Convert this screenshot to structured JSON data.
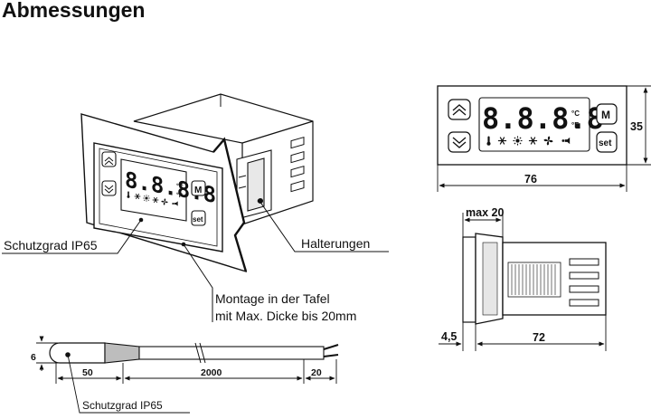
{
  "title": "Abmessungen",
  "labels": {
    "protection_front": "Schutzgrad IP65",
    "brackets": "Halterungen",
    "mounting_line1": "Montage in der Tafel",
    "mounting_line2": "mit Max. Dicke bis 20mm",
    "protection_probe": "Schutzgrad IP65"
  },
  "device": {
    "display": "8.8.8.8",
    "unit_c": "°C",
    "unit_f": "°F",
    "button_m": "M",
    "button_set": "set",
    "status_icons": [
      "thermometer-icon",
      "snowflake-icon",
      "sun-icon",
      "defrost-icon",
      "fan-icon",
      "alarm-icon"
    ]
  },
  "dimensions": {
    "front_width": "76",
    "front_height": "35",
    "panel_max": "max 20",
    "depth": "72",
    "bezel": "4,5",
    "probe_diameter": "6",
    "probe_tip": "50",
    "cable_length": "2000",
    "cable_end": "20"
  }
}
